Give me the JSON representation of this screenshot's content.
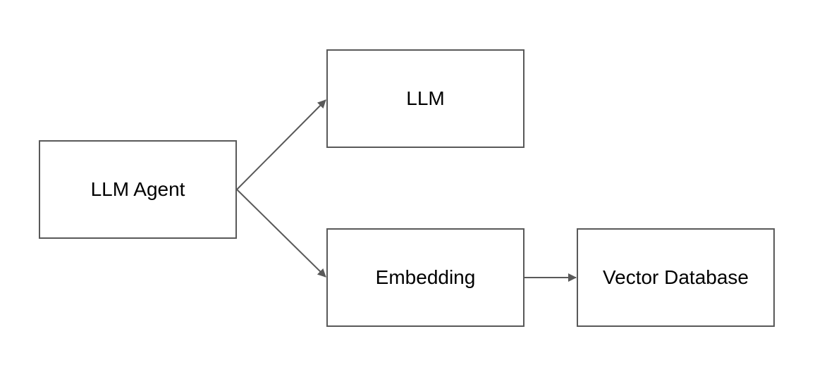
{
  "diagram": {
    "nodes": [
      {
        "id": "agent",
        "label": "LLM Agent"
      },
      {
        "id": "llm",
        "label": "LLM"
      },
      {
        "id": "embedding",
        "label": "Embedding"
      },
      {
        "id": "vector_db",
        "label": "Vector Database"
      }
    ],
    "edges": [
      {
        "from": "agent",
        "to": "llm"
      },
      {
        "from": "agent",
        "to": "embedding"
      },
      {
        "from": "embedding",
        "to": "vector_db"
      }
    ],
    "colors": {
      "stroke": "#595959",
      "text": "#000000",
      "background": "#ffffff"
    }
  }
}
